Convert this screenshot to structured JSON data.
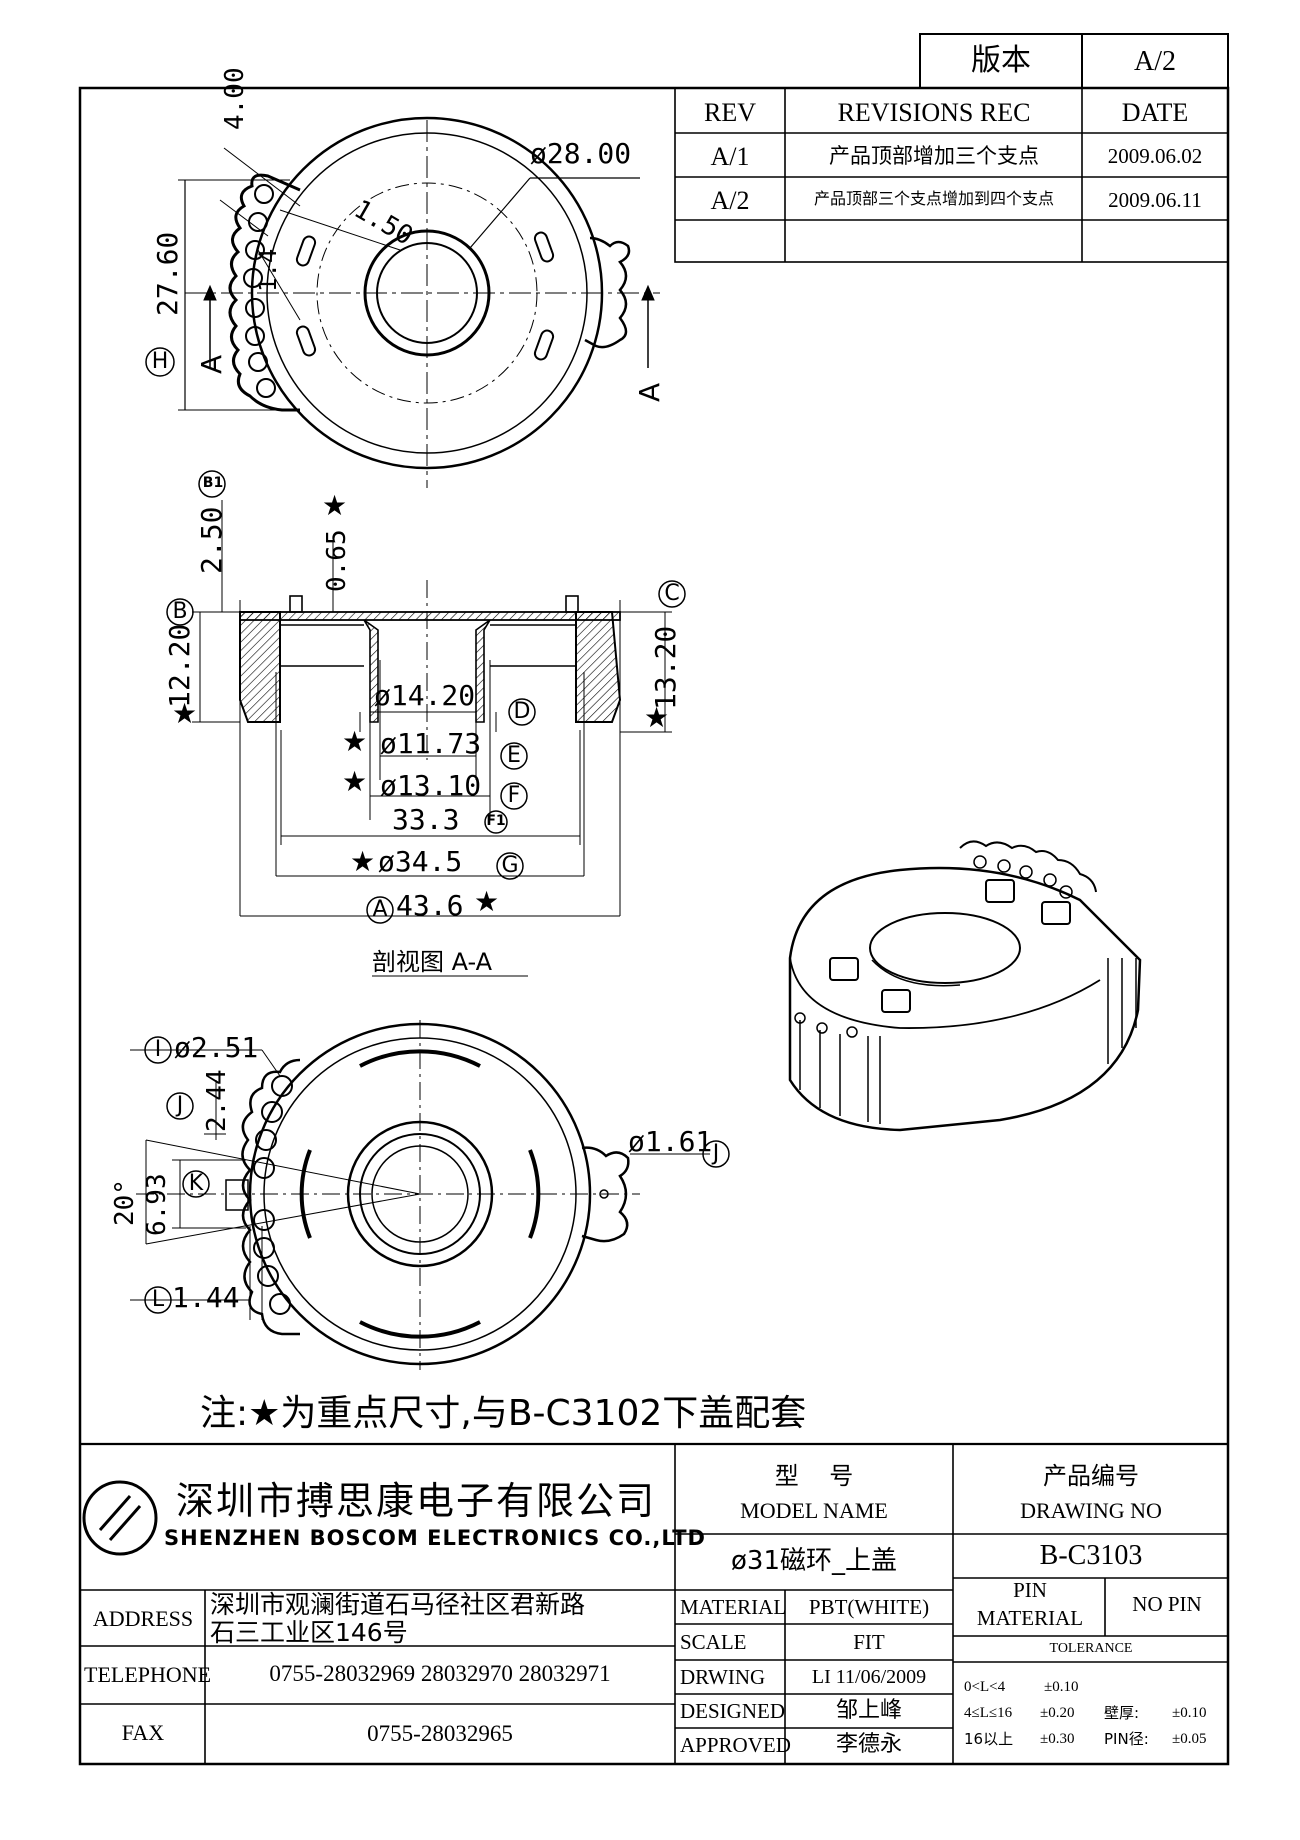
{
  "version_box": {
    "label": "版本",
    "value": "A/2"
  },
  "revisions": {
    "headers": [
      "REV",
      "REVISIONS REC",
      "DATE"
    ],
    "rows": [
      {
        "rev": "A/1",
        "desc": "产品顶部增加三个支点",
        "date": "2009.06.02"
      },
      {
        "rev": "A/2",
        "desc": "产品顶部三个支点增加到四个支点",
        "date": "2009.06.11"
      }
    ]
  },
  "top_view": {
    "dims": {
      "d28": "ø28.00",
      "d4": "4.00",
      "d150": "1.50",
      "d276": "27.60",
      "d14": "1.4"
    },
    "tag_h": "H",
    "section_mark": "A"
  },
  "section_view": {
    "dims": {
      "d250": "2.50",
      "d065": "0.65",
      "d1220": "12.20",
      "d1320": "13.20",
      "d1420": "ø14.20",
      "d1173": "ø11.73",
      "d1310": "ø13.10",
      "d333": "33.3",
      "d345": "ø34.5",
      "d436": "43.6"
    },
    "tags": {
      "b1": "B1",
      "b": "B",
      "c": "C",
      "d": "D",
      "e": "E",
      "f": "F",
      "f1": "F1",
      "g": "G",
      "a": "A"
    },
    "star": "★",
    "caption": "剖视图 A-A"
  },
  "bottom_view": {
    "dims": {
      "d251": "ø2.51",
      "d244": "2.44",
      "d20deg": "20°",
      "d693": "6.93",
      "d161": "ø1.61",
      "d144": "1.44"
    },
    "tags": {
      "i": "I",
      "j": "J",
      "k": "K",
      "l": "L"
    }
  },
  "note": "注:★为重点尺寸,与B-C3102下盖配套",
  "title_block": {
    "company_cn": "深圳市搏思康电子有限公司",
    "company_en": "SHENZHEN BOSCOM ELECTRONICS CO.,LTD",
    "model_label_cn": "型    号",
    "model_label_en": "MODEL NAME",
    "model_value": "ø31磁环_上盖",
    "drawing_no_label_cn": "产品编号",
    "drawing_no_label_en": "DRAWING NO",
    "drawing_no": "B-C3103",
    "address_label": "ADDRESS",
    "address_line1": "深圳市观澜街道石马径社区君新路",
    "address_line2": "石三工业区146号",
    "telephone_label": "TELEPHONE",
    "telephone": "0755-28032969 28032970 28032971",
    "fax_label": "FAX",
    "fax": "0755-28032965",
    "material_label": "MATERIAL",
    "material": "PBT(WHITE)",
    "scale_label": "SCALE",
    "scale": "FIT",
    "drwing_label": "DRWING",
    "drwing": "LI 11/06/2009",
    "designed_label": "DESIGNED",
    "designed": "邹上峰",
    "approved_label": "APPROVED",
    "approved": "李德永",
    "pin_material_label_1": "PIN",
    "pin_material_label_2": "MATERIAL",
    "pin_material": "NO PIN",
    "tolerance_label": "TOLERANCE",
    "tolerance_rows": [
      {
        "range": "0<L<4",
        "tol": "±0.10",
        "extra_label": "",
        "extra": ""
      },
      {
        "range": "4≤L≤16",
        "tol": "±0.20",
        "extra_label": "壁厚:",
        "extra": "±0.10"
      },
      {
        "range": "16以上",
        "tol": "±0.30",
        "extra_label": "PIN径:",
        "extra": "±0.05"
      }
    ]
  }
}
